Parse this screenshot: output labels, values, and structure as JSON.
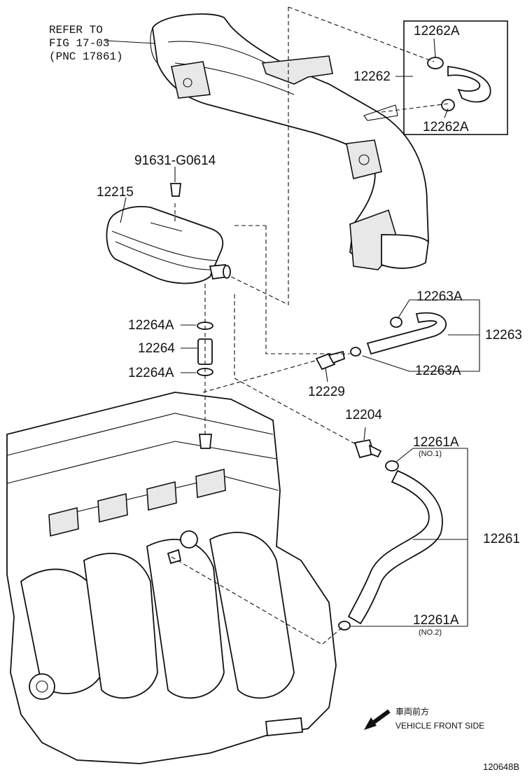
{
  "refer_note": {
    "line1": "REFER TO",
    "line2": "FIG 17-03",
    "line3": "(PNC 17861)"
  },
  "parts": {
    "p12262A_top": "12262A",
    "p12262": "12262",
    "p12262A_bottom": "12262A",
    "p91631": "91631-G0614",
    "p12215": "12215",
    "p12263A_top": "12263A",
    "p12263": "12263",
    "p12263A_bottom": "12263A",
    "p12264A_top": "12264A",
    "p12264": "12264",
    "p12264A_bottom": "12264A",
    "p12229": "12229",
    "p12204": "12204",
    "p12261A_top": "12261A",
    "p12261A_top_sub": "(NO.1)",
    "p12261": "12261",
    "p12261A_bottom": "12261A",
    "p12261A_bottom_sub": "(NO.2)"
  },
  "front_note": {
    "jp": "車両前方",
    "en": "VEHICLE FRONT SIDE"
  },
  "figure_code": "120648B"
}
